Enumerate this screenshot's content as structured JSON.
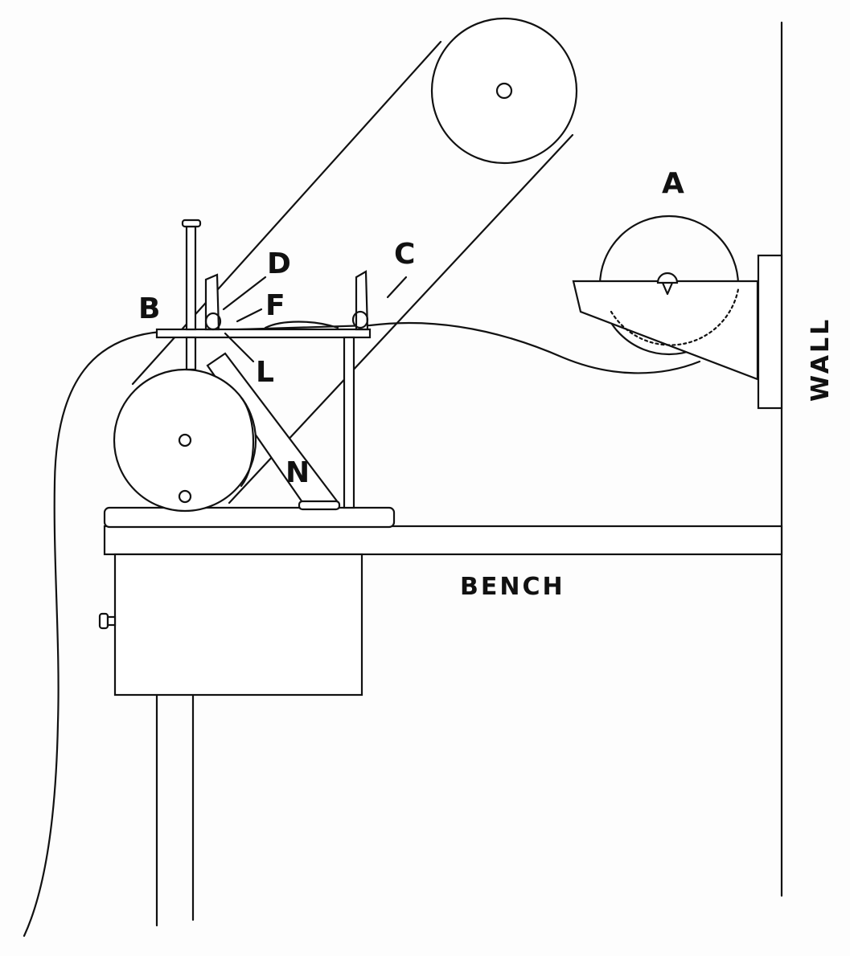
{
  "labels": {
    "a": "A",
    "b": "B",
    "c": "C",
    "d": "D",
    "f": "F",
    "l": "L",
    "n": "N",
    "wall": "WALL",
    "bench": "BENCH"
  }
}
